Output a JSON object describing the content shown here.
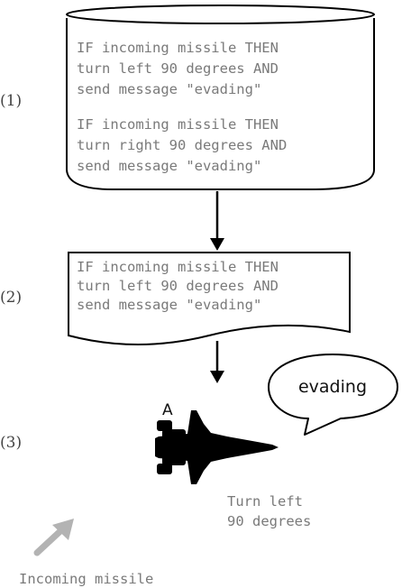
{
  "steps": {
    "step1_label": "(1)",
    "step2_label": "(2)",
    "step3_label": "(3)"
  },
  "store_rules": {
    "rule1": [
      "IF incoming missile THEN",
      "turn left 90 degrees AND",
      "send message \"evading\""
    ],
    "rule2": [
      "IF incoming missile THEN",
      "turn right 90 degrees AND",
      "send message \"evading\""
    ]
  },
  "selected_rule": [
    "IF incoming missile THEN",
    "turn left 90 degrees AND",
    "send message \"evading\""
  ],
  "scene": {
    "aircraft_label": "A",
    "speech_bubble_text": "evading",
    "action_text": [
      "Turn left",
      "90 degrees"
    ],
    "incoming_label": "Incoming missile"
  },
  "colors": {
    "line": "#000000",
    "text_gray": "#7a7a7a",
    "arrow_gray": "#b3b3b3"
  }
}
